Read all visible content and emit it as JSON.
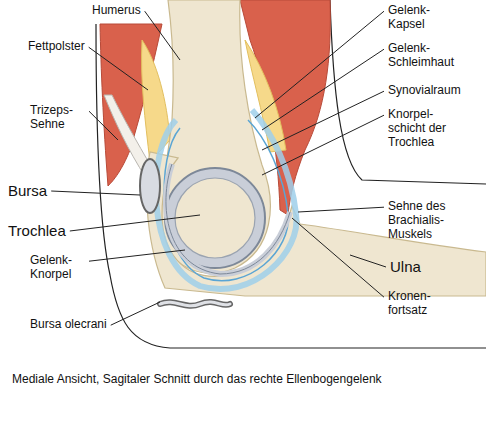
{
  "diagram": {
    "caption": "Mediale Ansicht, Sagitaler Schnitt durch das rechte Ellenbogengelenk",
    "labels": [
      "Humerus",
      "Fettpolster",
      "Trizeps- Sehne",
      "Bursa",
      "Trochlea",
      "Gelenk- Knorpel",
      "Bursa olecrani",
      "Gelenk- Kapsel",
      "Gelenk- Schleimhaut",
      "Synovialraum",
      "Knorpel- schicht der Trochlea",
      "Sehne des Brachialis- Muskels",
      "Ulna",
      "Kronen- fortsatz"
    ]
  }
}
